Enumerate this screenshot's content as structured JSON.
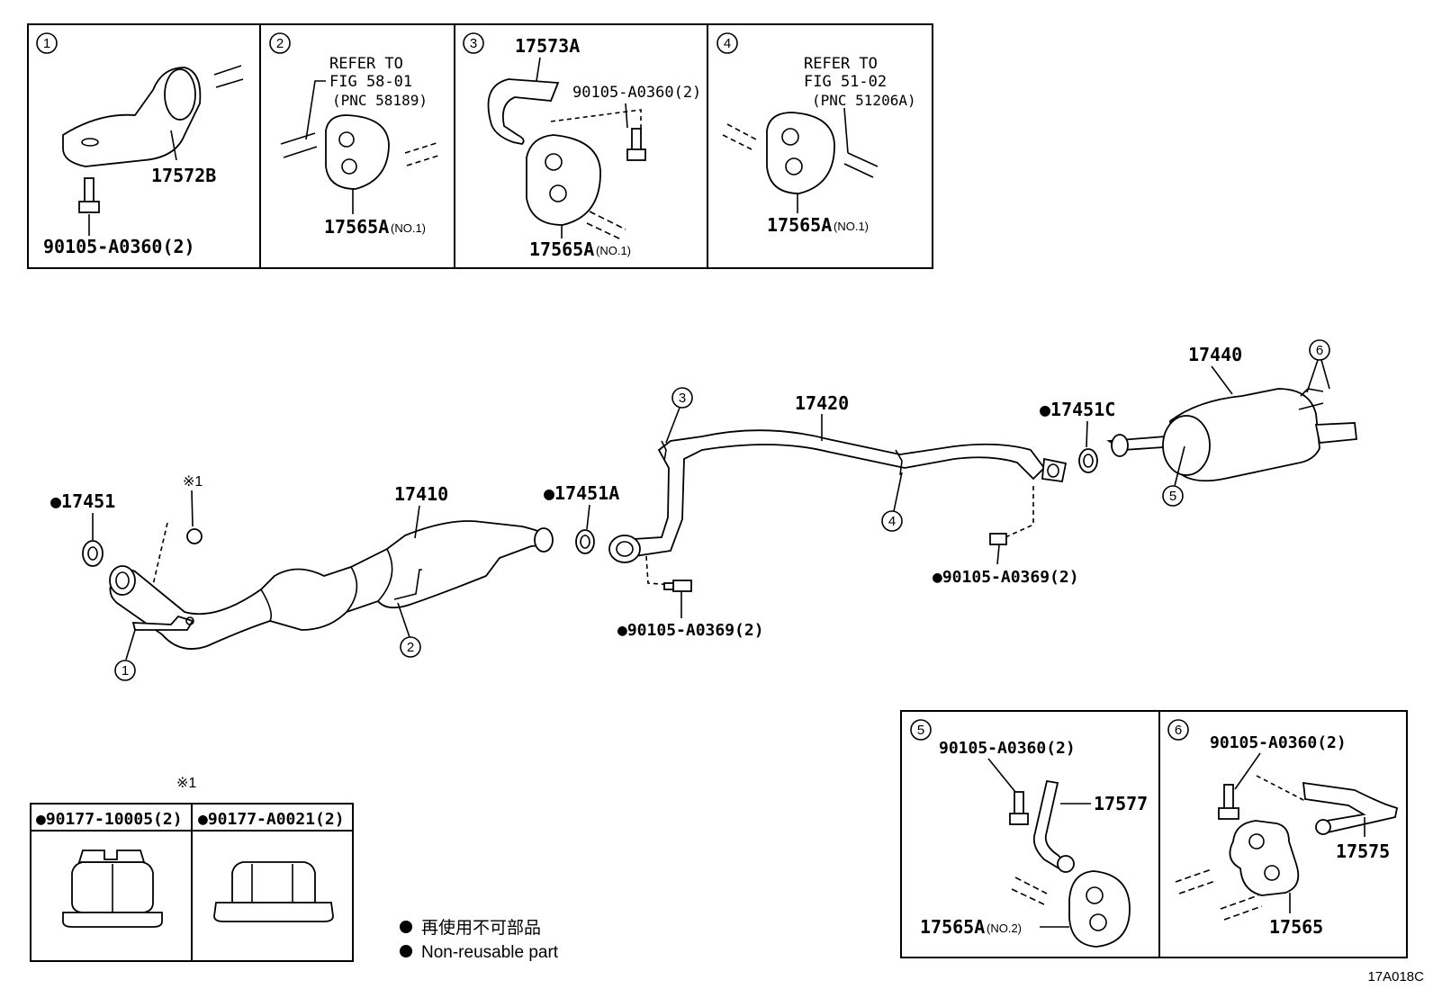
{
  "callout_numbers": [
    "1",
    "2",
    "3",
    "4",
    "5",
    "6"
  ],
  "panels": {
    "p1": {
      "num": "1",
      "part_a": "17572B",
      "part_b": "90105-A0360(2)"
    },
    "p2": {
      "num": "2",
      "ref1": "REFER TO",
      "ref2": "FIG 58-01",
      "ref3": "(PNC 58189)",
      "part": "17565A",
      "note": "(NO.1)"
    },
    "p3": {
      "num": "3",
      "part_a": "17573A",
      "part_b": "90105-A0360(2)",
      "part_c": "17565A",
      "note": "(NO.1)"
    },
    "p4": {
      "num": "4",
      "ref1": "REFER TO",
      "ref2": "FIG 51-02",
      "ref3": "(PNC 51206A)",
      "part": "17565A",
      "note": "(NO.1)"
    },
    "p5": {
      "num": "5",
      "part_a": "90105-A0360(2)",
      "part_b": "17577",
      "part_c": "17565A",
      "note": "(NO.2)"
    },
    "p6": {
      "num": "6",
      "part_a": "90105-A0360(2)",
      "part_b": "17575",
      "part_c": "17565"
    }
  },
  "main": {
    "g17451": "17451",
    "note_mark": "※1",
    "p17410": "17410",
    "g17451A": "17451A",
    "p17420": "17420",
    "g17451C": "17451C",
    "p17440": "17440",
    "bolt_a": "90105-A0369(2)",
    "bolt_b": "90105-A0369(2)"
  },
  "nut_table": {
    "note_mark": "※1",
    "left": "90177-10005(2)",
    "right": "90177-A0021(2)"
  },
  "legend": {
    "jp": "再使用不可部品",
    "en": "Non-reusable part"
  },
  "figure_code": "17A018C"
}
